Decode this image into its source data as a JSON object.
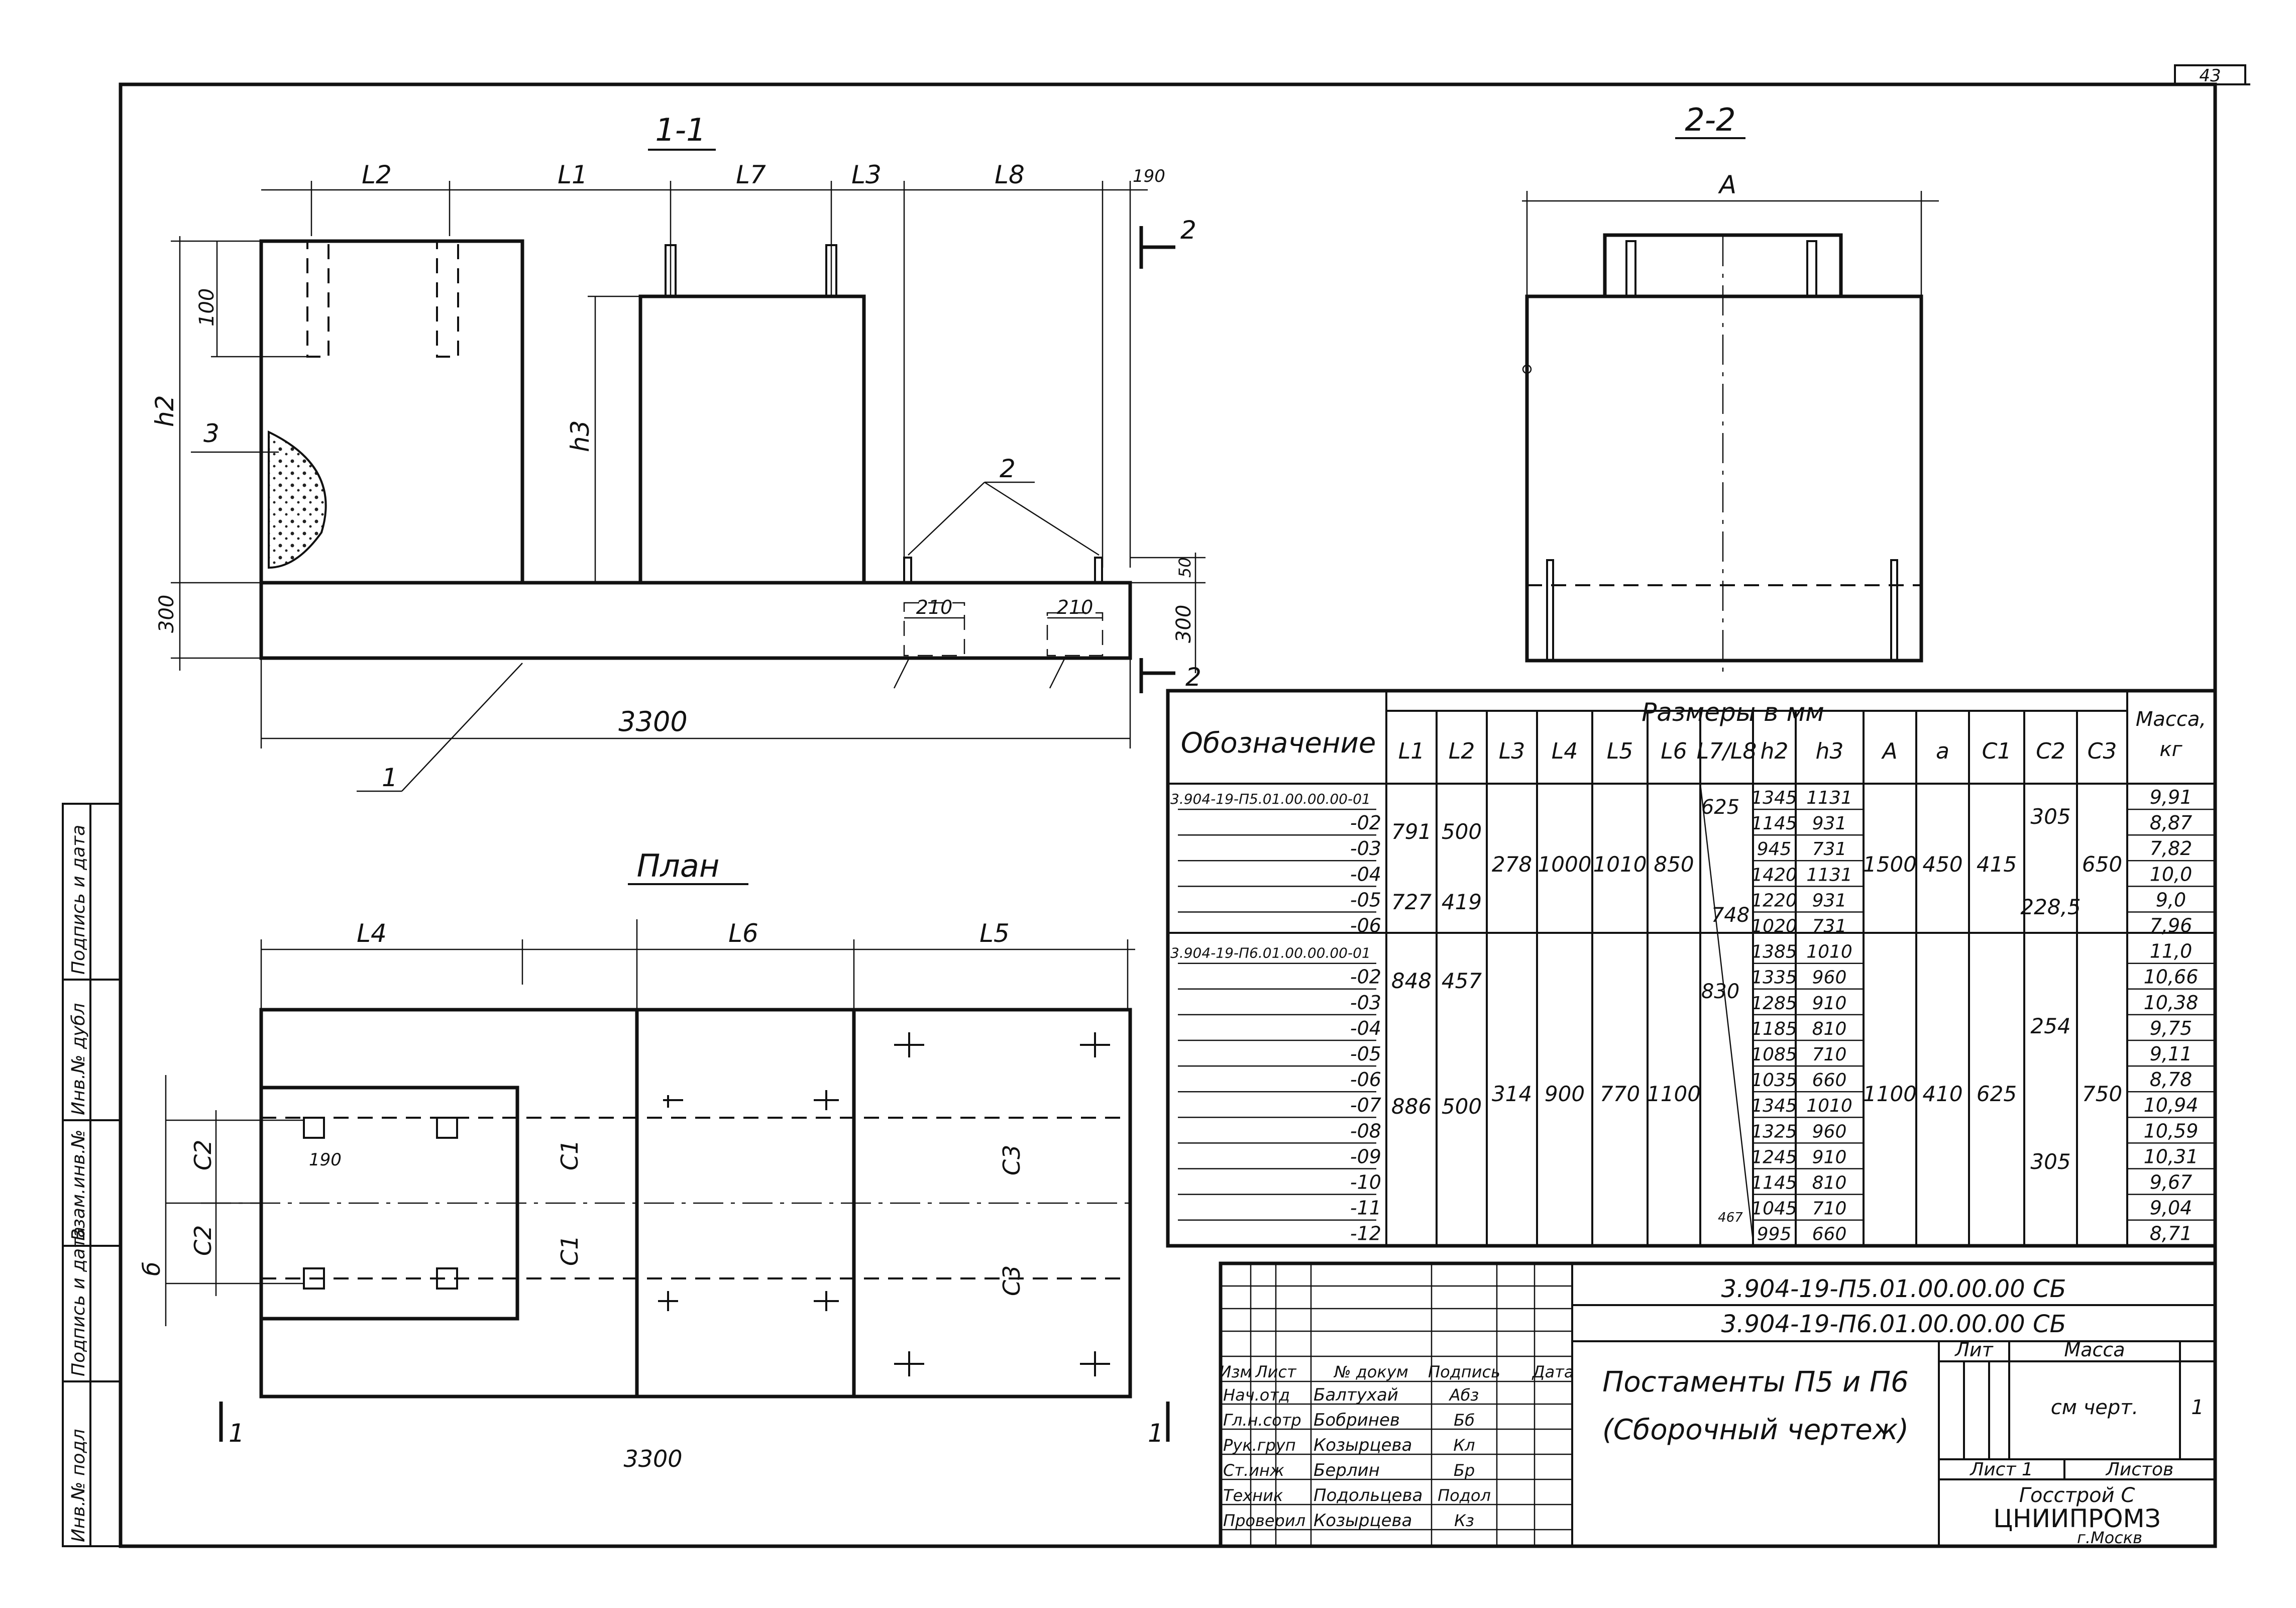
{
  "page_number": "43",
  "views": {
    "section_1_1": "1-1",
    "section_2_2": "2-2",
    "plan": "План"
  },
  "dims_section": {
    "L2": "L2",
    "L1": "L1",
    "L7": "L7",
    "L3": "L3",
    "L8": "L8",
    "d190": "190",
    "d100": "100",
    "h2": "h2",
    "h3": "h3",
    "d300a": "300",
    "d300b": "300",
    "d50": "50",
    "d210a": "210",
    "d210b": "210",
    "total": "3300",
    "cut2_top": "2",
    "cut2_bot": "2"
  },
  "callouts": {
    "c1": "1",
    "c2": "2",
    "c3": "3"
  },
  "dims_2_2": {
    "A": "A"
  },
  "dims_plan": {
    "L4": "L4",
    "L6": "L6",
    "L5": "L5",
    "C2a": "C2",
    "C2b": "C2",
    "C1a": "C1",
    "C1b": "C1",
    "C3a": "C3",
    "C3b": "C3",
    "d190": "190",
    "b": "б",
    "total": "3300",
    "cut1_left": "1",
    "cut1_right": "1"
  },
  "table": {
    "group_header": "Размеры в мм",
    "designation_header": "Обозначение",
    "mass_header_1": "Масса,",
    "mass_header_2": "кг",
    "col_headers": [
      "L1",
      "L2",
      "L3",
      "L4",
      "L5",
      "L6",
      "L7/L8",
      "h2",
      "h3",
      "A",
      "a",
      "C1",
      "C2",
      "C3"
    ],
    "rows": [
      {
        "designation": "3.904-19-П5.01.00.00.00-01",
        "h2": "1345",
        "h3": "1131",
        "mass": "9,91"
      },
      {
        "designation": "-02",
        "h2": "1145",
        "h3": "931",
        "mass": "8,87"
      },
      {
        "designation": "-03",
        "h2": "945",
        "h3": "731",
        "mass": "7,82"
      },
      {
        "designation": "-04",
        "h2": "1420",
        "h3": "1131",
        "mass": "10,0"
      },
      {
        "designation": "-05",
        "h2": "1220",
        "h3": "931",
        "mass": "9,0"
      },
      {
        "designation": "-06",
        "h2": "1020",
        "h3": "731",
        "mass": "7,96"
      },
      {
        "designation": "3.904-19-П6.01.00.00.00-01",
        "h2": "1385",
        "h3": "1010",
        "mass": "11,0"
      },
      {
        "designation": "-02",
        "h2": "1335",
        "h3": "960",
        "mass": "10,66"
      },
      {
        "designation": "-03",
        "h2": "1285",
        "h3": "910",
        "mass": "10,38"
      },
      {
        "designation": "-04",
        "h2": "1185",
        "h3": "810",
        "mass": "9,75"
      },
      {
        "designation": "-05",
        "h2": "1085",
        "h3": "710",
        "mass": "9,11"
      },
      {
        "designation": "-06",
        "h2": "1035",
        "h3": "660",
        "mass": "8,78"
      },
      {
        "designation": "-07",
        "h2": "1345",
        "h3": "1010",
        "mass": "10,94"
      },
      {
        "designation": "-08",
        "h2": "1325",
        "h3": "960",
        "mass": "10,59"
      },
      {
        "designation": "-09",
        "h2": "1245",
        "h3": "910",
        "mass": "10,31"
      },
      {
        "designation": "-10",
        "h2": "1145",
        "h3": "810",
        "mass": "9,67"
      },
      {
        "designation": "-11",
        "h2": "1045",
        "h3": "710",
        "mass": "9,04"
      },
      {
        "designation": "-12",
        "h2": "995",
        "h3": "660",
        "mass": "8,71"
      }
    ],
    "merged_p5": {
      "L1_a": "791",
      "L2_a": "500",
      "L1_b": "727",
      "L2_b": "419",
      "L3": "278",
      "L4": "1000",
      "L5": "1010",
      "L6": "850",
      "L7_top": "625",
      "L7_bot": "748",
      "A": "1500",
      "a": "450",
      "C1": "415",
      "C2_a": "305",
      "C2_b": "228,5",
      "C3": "650"
    },
    "merged_p6": {
      "L1_a": "848",
      "L2_a": "457",
      "L1_b": "886",
      "L2_b": "500",
      "L3": "314",
      "L4": "900",
      "L5": "770",
      "L6": "1100",
      "L7_top": "830",
      "L7_bot": "467",
      "A": "1100",
      "a": "410",
      "C1": "625",
      "C2_a": "254",
      "C2_b": "305",
      "C3": "750"
    }
  },
  "title_block": {
    "doc_code_1": "3.904-19-П5.01.00.00.00 СБ",
    "doc_code_2": "3.904-19-П6.01.00.00.00 СБ",
    "title_1": "Постаменты П5 и П6",
    "title_2": "(Сборочный чертеж)",
    "lit_label": "Лит",
    "mass_label": "Масса",
    "scale_label": "",
    "mass_value": "см черт.",
    "scale_value": "1",
    "sheet_label": "Лист 1",
    "sheets_label": "Листов",
    "org_1": "Госстрой С",
    "org_2": "ЦНИИПРОМЗ",
    "org_3": "г.Москв",
    "header_cells": [
      "Изм",
      "Лист",
      "№ докум",
      "Подпись",
      "Дата"
    ],
    "staff": [
      {
        "role": "Нач.отд",
        "name": "Балтухай",
        "sign": "Абз"
      },
      {
        "role": "Гл.н.сотр",
        "name": "Бобринев",
        "sign": "Бб"
      },
      {
        "role": "Рук.груп",
        "name": "Козырцева",
        "sign": "Кл"
      },
      {
        "role": "Ст.инж",
        "name": "Берлин",
        "sign": "Бр"
      },
      {
        "role": "Техник",
        "name": "Подольцева",
        "sign": "Подол"
      },
      {
        "role": "Проверил",
        "name": "Козырцева",
        "sign": "Кз"
      }
    ]
  },
  "side_stamp": [
    "Инв.№ подл",
    "Подпись и дата",
    "Взам.инв.№",
    "Инв.№ дубл",
    "Подпись и дата"
  ]
}
